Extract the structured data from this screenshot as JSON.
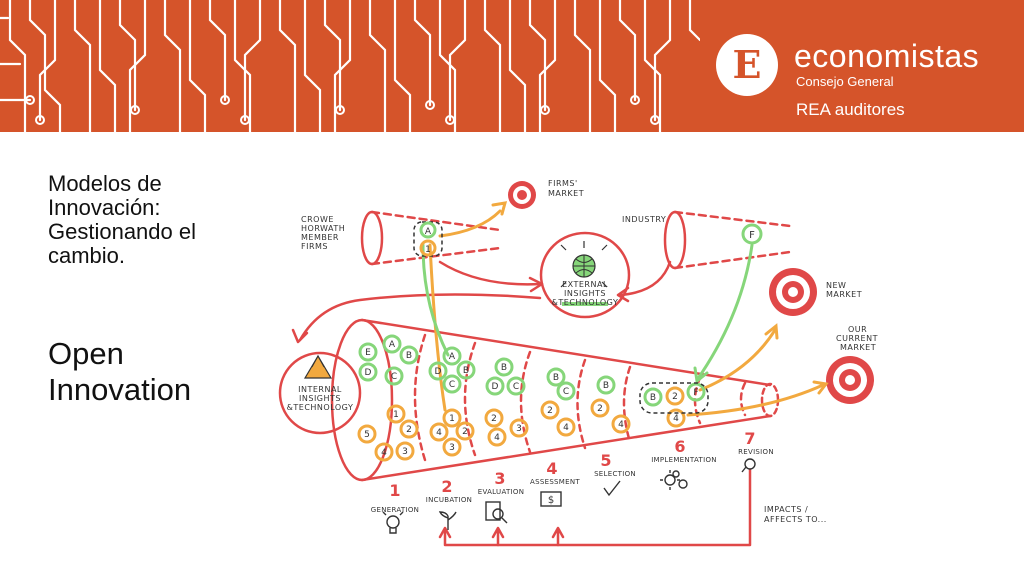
{
  "header": {
    "logo_glyph": "E",
    "brand_name": "economistas",
    "brand_subtitle": "Consejo General",
    "brand_tagline": "REA auditores",
    "banner_color": "#d5542a"
  },
  "slide": {
    "title": "Modelos de Innovación: Gestionando el cambio.",
    "subtitle": "Open Innovation"
  },
  "diagram": {
    "labels": {
      "crowe": [
        "CROWE",
        "HORWATH",
        "MEMBER",
        "FIRMS"
      ],
      "firms_market": [
        "FIRMS'",
        "MARKET"
      ],
      "industry": "INDUSTRY",
      "external": [
        "EXTERNAL",
        "INSIGHTS",
        "&TECHNOLOGY"
      ],
      "internal": [
        "INTERNAL",
        "INSIGHTS",
        "&TECHNOLOGY"
      ],
      "new_market": [
        "NEW",
        "MARKET"
      ],
      "current_market": [
        "OUR",
        "CURRENT",
        "MARKET"
      ],
      "impacts": [
        "IMPACTS /",
        "AFFECTS TO..."
      ]
    },
    "stages": [
      {
        "number": "1",
        "name": "GENERATION"
      },
      {
        "number": "2",
        "name": "INCUBATION"
      },
      {
        "number": "3",
        "name": "EVALUATION"
      },
      {
        "number": "4",
        "name": "ASSESSMENT"
      },
      {
        "number": "5",
        "name": "SELECTION"
      },
      {
        "number": "6",
        "name": "IMPLEMENTATION"
      },
      {
        "number": "7",
        "name": "REVISION"
      }
    ],
    "ideas": {
      "s1_green": [
        "E",
        "A",
        "B",
        "D",
        "C"
      ],
      "s1_orange": [
        "1",
        "2",
        "5",
        "4",
        "3"
      ],
      "s2_green": [
        "A",
        "D",
        "B",
        "C"
      ],
      "s2_orange": [
        "1",
        "4",
        "2",
        "3"
      ],
      "s3_green": [
        "B",
        "D",
        "C"
      ],
      "s3_orange": [
        "2",
        "4",
        "3"
      ],
      "s4_green": [
        "B",
        "C"
      ],
      "s4_orange": [
        "2",
        "4"
      ],
      "s5_green": [
        "B"
      ],
      "s5_orange": [
        "2",
        "4"
      ],
      "s6_green": [
        "B"
      ],
      "s6_orange": [
        "2",
        "4"
      ],
      "top_green": [
        "A",
        "F"
      ],
      "top_orange": [
        "1"
      ],
      "f_bubble": "F",
      "dollar": "$"
    },
    "colors": {
      "red": "#e04848",
      "green": "#86d67a",
      "orange": "#f2a93f"
    }
  }
}
